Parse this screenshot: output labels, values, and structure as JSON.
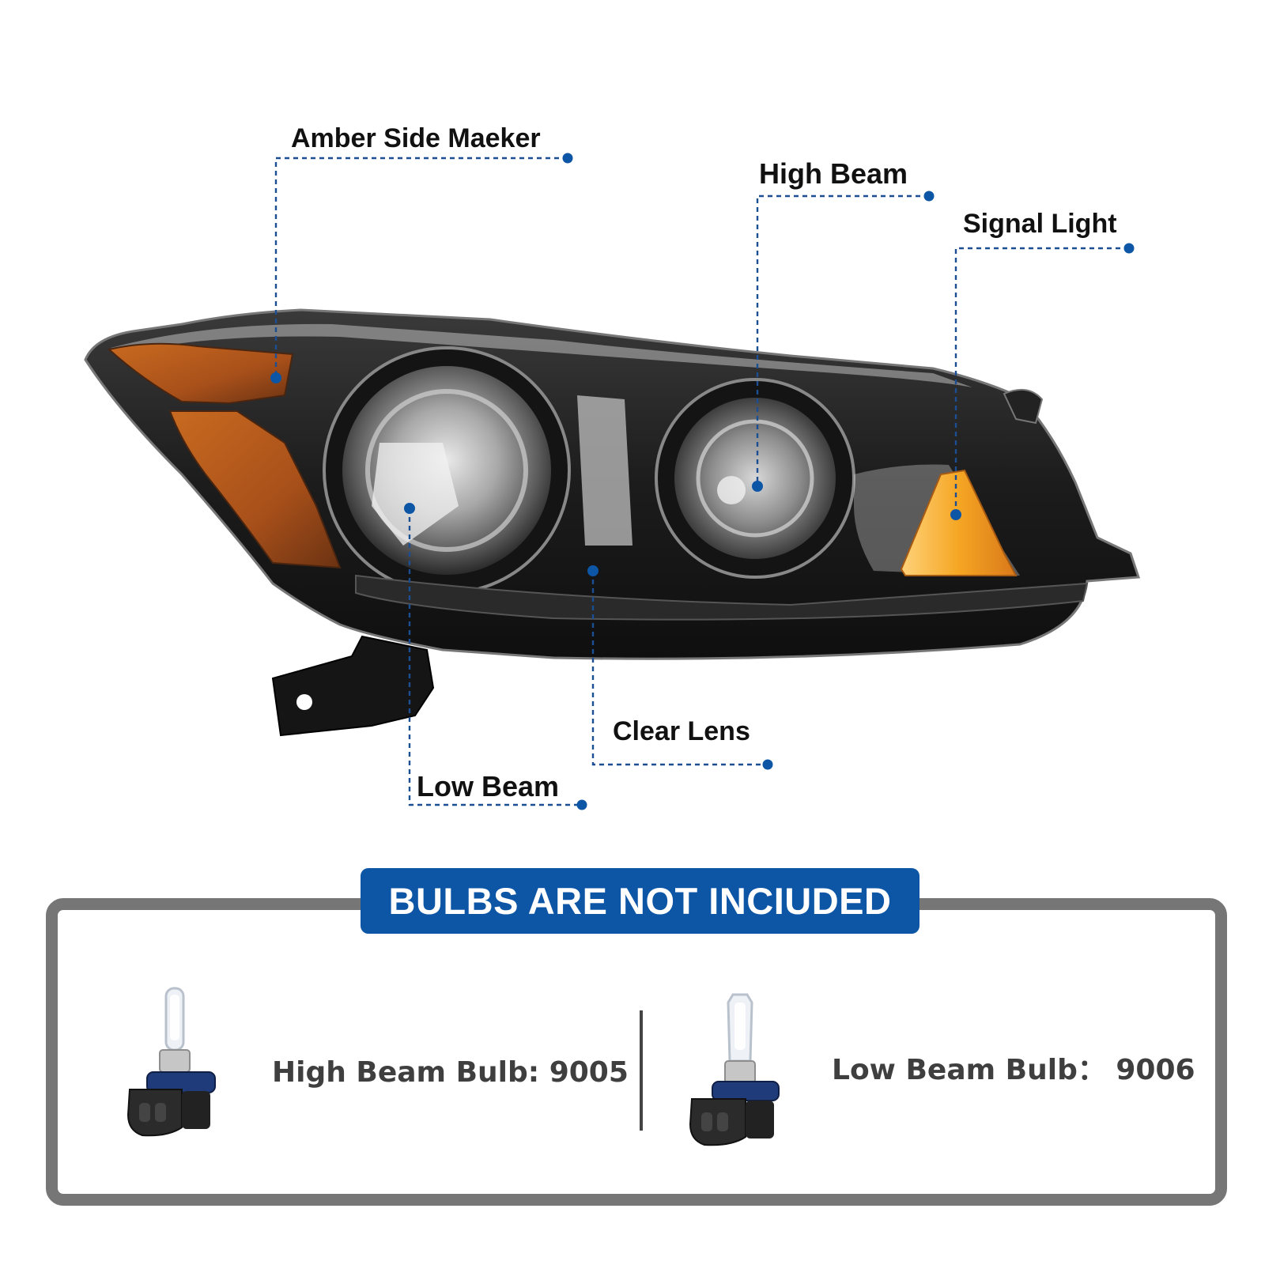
{
  "callouts": {
    "amber_side_marker": "Amber Side Maeker",
    "high_beam": "High Beam",
    "signal_light": "Signal Light",
    "clear_lens": "Clear Lens",
    "low_beam": "Low Beam"
  },
  "banner": {
    "text": "BULBS ARE NOT INCIUDED"
  },
  "bulbs": {
    "high": "High Beam Bulb: 9005",
    "low": "Low Beam Bulb： 9006"
  },
  "colors": {
    "accent_blue": "#0d56a6",
    "panel_border": "#767676",
    "amber": "#d8741d",
    "housing": "#1f1f1f"
  },
  "icons": {
    "headlight": "headlight-assembly-image",
    "high_bulb": "bulb-9005-icon",
    "low_bulb": "bulb-9006-icon"
  }
}
